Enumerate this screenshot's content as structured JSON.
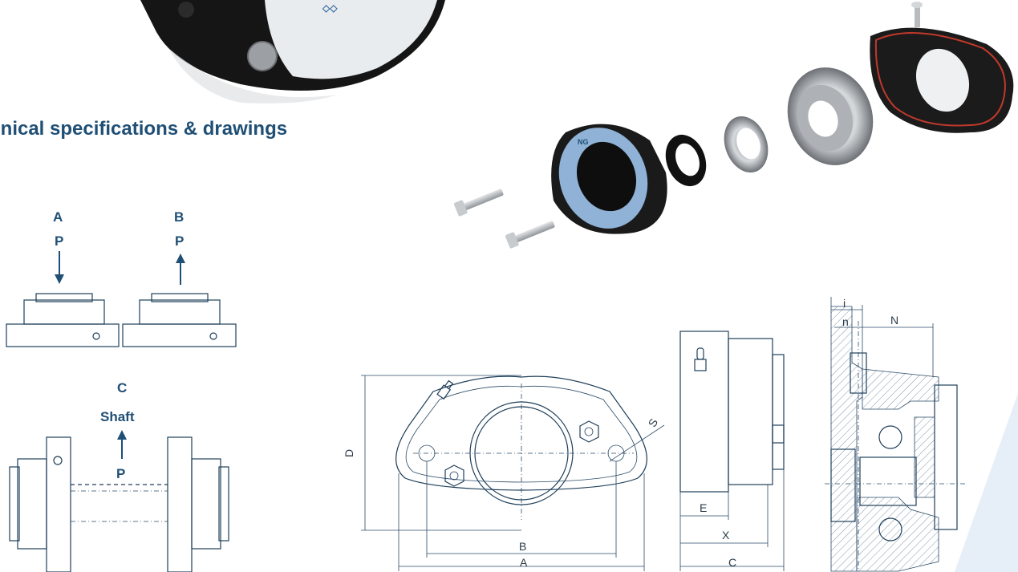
{
  "section_title": "hnical specifications & drawings",
  "load_cases": {
    "a_label": "A",
    "b_label": "B",
    "c_label": "C",
    "p_label": "P",
    "shaft_label": "Shaft"
  },
  "product_badge": "NG",
  "dimensions": {
    "A": "A",
    "B": "B",
    "C": "C",
    "D": "D",
    "E": "E",
    "X": "X",
    "S": "S",
    "N": "N",
    "n": "n",
    "i": "i"
  },
  "colors": {
    "brand_blue": "#1f4f75",
    "line": "#1f3f5a",
    "accent_shape": "#e6eef7"
  },
  "icons": [
    "load-arrow-down-icon",
    "load-arrow-up-icon",
    "grease-nipple-icon"
  ]
}
